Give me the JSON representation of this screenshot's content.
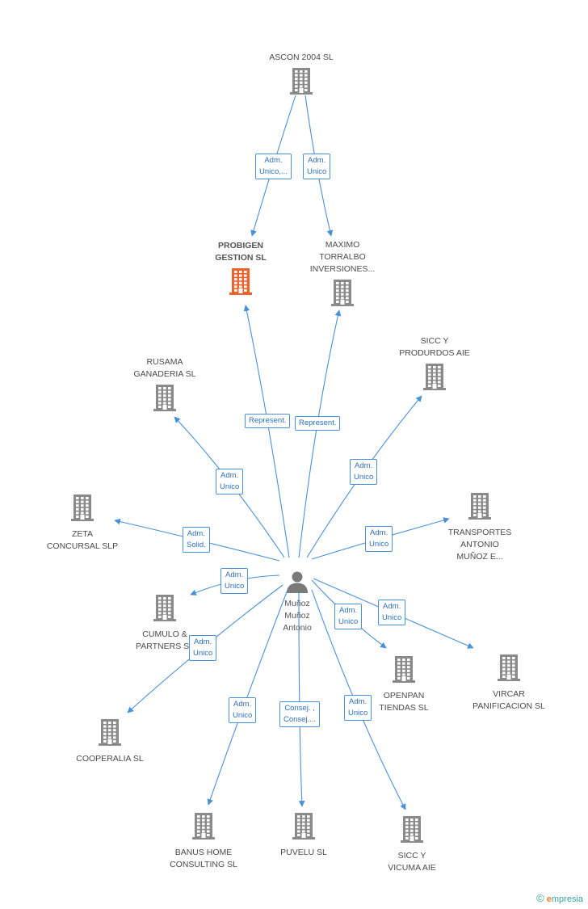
{
  "colors": {
    "edge": "#4a90d9",
    "building": "#8a8a8a",
    "highlight": "#f0622c",
    "badge_text": "#2f6fb7"
  },
  "center": {
    "name": "Muñoz\nMuñoz\nAntonio",
    "icon": "person-icon"
  },
  "nodes": [
    {
      "id": "ascon",
      "label": "ASCON 2004  SL",
      "icon": "building-icon"
    },
    {
      "id": "probigen",
      "label": "PROBIGEN\nGESTION SL",
      "icon": "building-icon",
      "highlight": true
    },
    {
      "id": "maximo",
      "label": "MAXIMO\nTORRALBO\nINVERSIONES...",
      "icon": "building-icon"
    },
    {
      "id": "sicc_produrdos",
      "label": "SICC Y\nPRODURDOS AIE",
      "icon": "building-icon"
    },
    {
      "id": "rusama",
      "label": "RUSAMA\nGANADERIA SL",
      "icon": "building-icon"
    },
    {
      "id": "zeta",
      "label": "ZETA\nCONCURSAL SLP",
      "icon": "building-icon"
    },
    {
      "id": "transportes",
      "label": "TRANSPORTES\nANTONIO\nMUÑOZ E...",
      "icon": "building-icon"
    },
    {
      "id": "cumulo",
      "label": "CUMULO &\nPARTNERS SL",
      "icon": "building-icon"
    },
    {
      "id": "openpan",
      "label": "OPENPAN\nTIENDAS SL",
      "icon": "building-icon"
    },
    {
      "id": "vircar",
      "label": "VIRCAR\nPANIFICACION SL",
      "icon": "building-icon"
    },
    {
      "id": "cooperalia",
      "label": "COOPERALIA SL",
      "icon": "building-icon"
    },
    {
      "id": "banus",
      "label": "BANUS HOME\nCONSULTING SL",
      "icon": "building-icon"
    },
    {
      "id": "puvelu",
      "label": "PUVELU SL",
      "icon": "building-icon"
    },
    {
      "id": "sicc_vicuma",
      "label": "SICC Y\nVICUMA AIE",
      "icon": "building-icon"
    }
  ],
  "edges": [
    {
      "id": "e1",
      "from": "ascon",
      "to": "probigen",
      "label": "Adm.\nUnico,..."
    },
    {
      "id": "e2",
      "from": "ascon",
      "to": "maximo",
      "label": "Adm.\nUnico"
    },
    {
      "id": "e3",
      "from": "center",
      "to": "probigen",
      "label": "Represent."
    },
    {
      "id": "e4",
      "from": "center",
      "to": "maximo",
      "label": "Represent."
    },
    {
      "id": "e5",
      "from": "center",
      "to": "sicc_produrdos",
      "label": "Adm.\nUnico"
    },
    {
      "id": "e6",
      "from": "center",
      "to": "rusama",
      "label": "Adm.\nUnico"
    },
    {
      "id": "e7",
      "from": "center",
      "to": "zeta",
      "label": "Adm.\nSolid."
    },
    {
      "id": "e8",
      "from": "center",
      "to": "transportes",
      "label": "Adm.\nUnico"
    },
    {
      "id": "e9",
      "from": "center",
      "to": "cumulo",
      "label": "Adm.\nUnico"
    },
    {
      "id": "e10",
      "from": "center",
      "to": "openpan",
      "label": "Adm.\nUnico"
    },
    {
      "id": "e11",
      "from": "center",
      "to": "vircar",
      "label": "Adm.\nUnico"
    },
    {
      "id": "e12",
      "from": "center",
      "to": "cooperalia",
      "label": "Adm.\nUnico"
    },
    {
      "id": "e13",
      "from": "center",
      "to": "banus",
      "label": "Adm.\nUnico"
    },
    {
      "id": "e14",
      "from": "center",
      "to": "puvelu",
      "label": "Consej. ,\nConsej...."
    },
    {
      "id": "e15",
      "from": "center",
      "to": "sicc_vicuma",
      "label": "Adm.\nUnico"
    }
  ],
  "footer": {
    "copyright": "©",
    "brand_e": "e",
    "brand_rest": "mpresia"
  }
}
